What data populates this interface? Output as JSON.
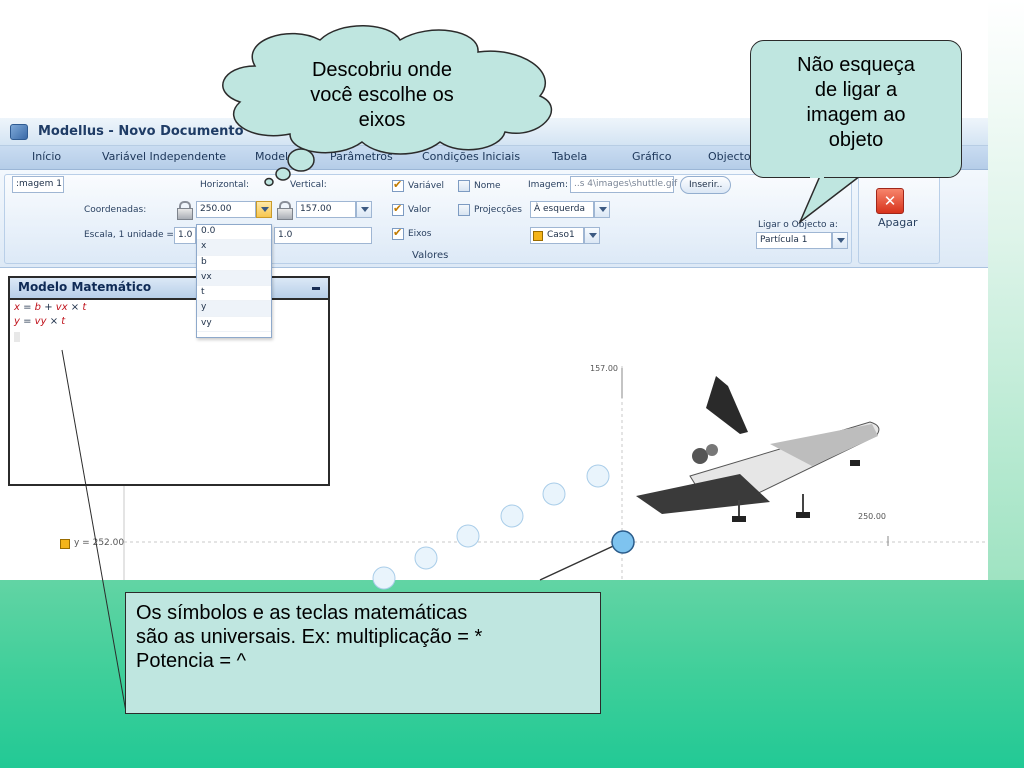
{
  "app": {
    "title": "Modellus - Novo Documento"
  },
  "menu": [
    "Início",
    "Variável Independente",
    "Modelo",
    "Parâmetros",
    "Condições Iniciais",
    "Tabela",
    "Gráfico",
    "Objecto"
  ],
  "ribbon": {
    "object_field": ":magem 1",
    "horizontal_label": "Horizontal:",
    "vertical_label": "Vertical:",
    "coord_label": "Coordenadas:",
    "horizontal_value": "250.00",
    "vertical_value": "157.00",
    "scale_label": "Escala, 1 unidade =",
    "scale_h": "1.0",
    "scale_v": "1.0",
    "chk_variavel": "Variável",
    "chk_nome": "Nome",
    "chk_valor": "Valor",
    "chk_projeccoes": "Projecções",
    "chk_eixos": "Eixos",
    "group_label": "Valores",
    "image_label": "Imagem:",
    "image_path": "..s 4\\images\\shuttle.gif",
    "insert_button": "Inserir..",
    "align_value": "À esquerda",
    "case_value": "Caso1",
    "link_label": "Ligar o Objecto a:",
    "link_value": "Partícula 1",
    "delete_label": "Apagar"
  },
  "dropdown_options": [
    "0.0",
    "x",
    "b",
    "vx",
    "t",
    "y",
    "vy"
  ],
  "model_panel": {
    "title": "Modelo Matemático",
    "eq1": {
      "lhs": "x",
      "eq": " = ",
      "a": "b",
      "plus": " + ",
      "b": "vx",
      "times": " × ",
      "c": "t"
    },
    "eq2": {
      "lhs": "y",
      "eq": " = ",
      "a": "vy",
      "times": " × ",
      "c": "t"
    }
  },
  "graph": {
    "y_axis_value": "157.00",
    "x_axis_value": "250.00",
    "legend": "y = 25​2.00"
  },
  "callouts": {
    "cloud": "Descobriu onde você escolhe os eixos",
    "cloud_lines": [
      "Descobriu onde",
      "você escolhe os",
      "eixos"
    ],
    "rect_lines": [
      "Não esqueça",
      "de ligar a",
      "imagem ao",
      "objeto"
    ],
    "bottom_lines": [
      "Os símbolos e as teclas matemáticas",
      "são as universais. Ex: multiplicação = *",
      "Potencia = ^"
    ]
  },
  "colors": {
    "slide_green": "#3fcf9a",
    "callout_fill": "#bfe6e0",
    "ribbon_blue": "#dde9f6",
    "accent_orange": "#f4b41a",
    "point_blue": "#7ec3ef"
  }
}
